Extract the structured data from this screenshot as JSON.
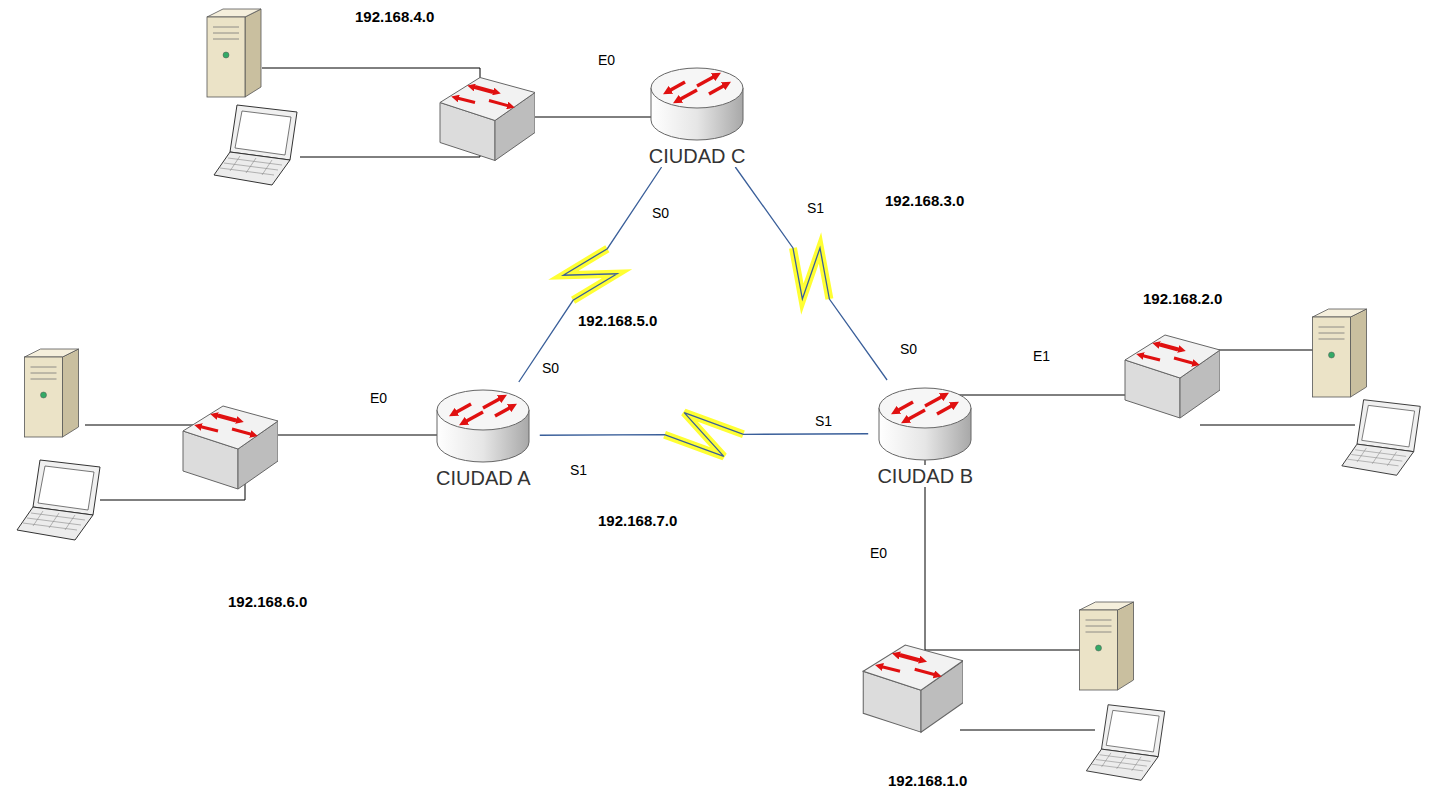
{
  "diagram": {
    "nodes": [
      {
        "text": [
          "CIUDAD C"
        ]
      },
      {
        "text": [
          "CIUDAD A"
        ]
      },
      {
        "text": [
          "CIUDAD B"
        ]
      }
    ],
    "edges": [
      {
        "from": 1,
        "to": 0,
        "arrow": "none",
        "label": "192.168.5.0"
      },
      {
        "from": 0,
        "to": 2,
        "arrow": "none",
        "label": "192.168.3.0"
      },
      {
        "from": 1,
        "to": 2,
        "arrow": "none",
        "label": "192.168.7.0"
      }
    ],
    "labels": [
      "192.168.4.0",
      "E0",
      "S0",
      "S1",
      "192.168.2.0",
      "S0",
      "S0",
      "E1",
      "E0",
      "S1",
      "S1",
      "E0",
      "192.168.6.0",
      "192.168.1.0"
    ]
  }
}
